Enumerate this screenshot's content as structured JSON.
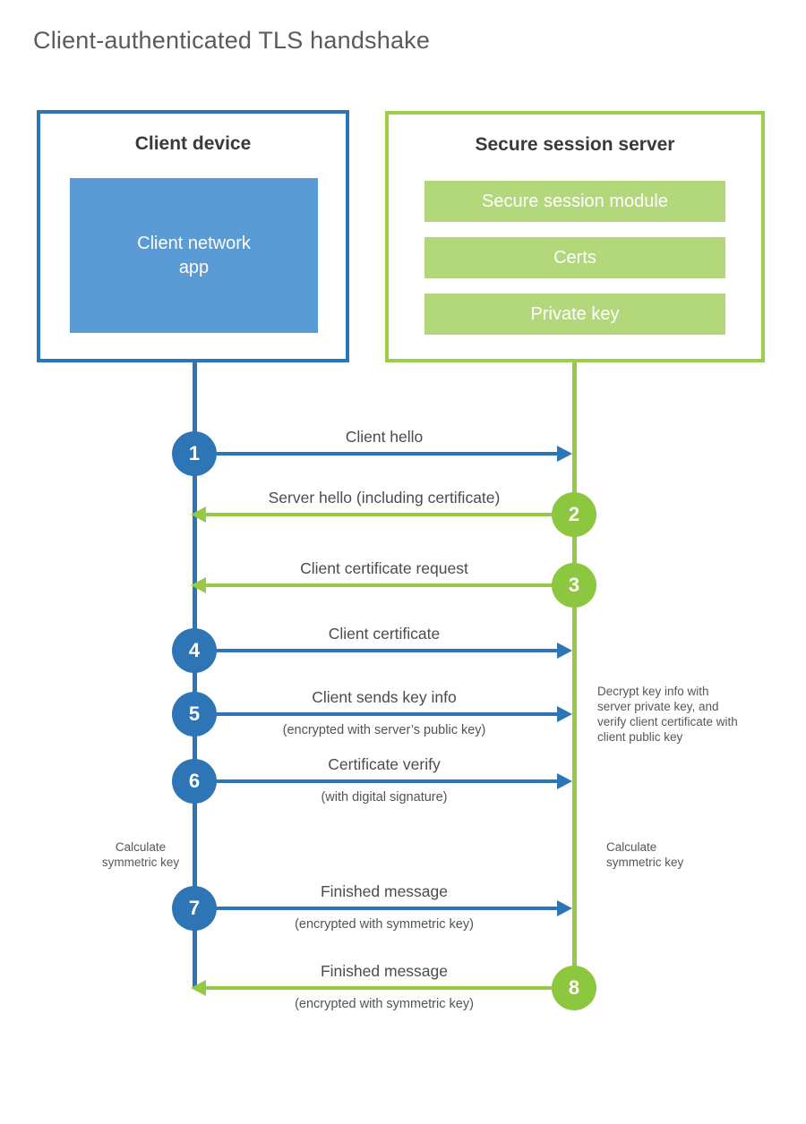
{
  "title": "Client-authenticated TLS handshake",
  "colors": {
    "blue_stroke": "#2e75b6",
    "blue_fill": "#5b9bd5",
    "green_stroke": "#98c944",
    "green_circle": "#8dc63f",
    "green_fill": "#b3d87c",
    "text_dark": "#3a3a3c",
    "text_gray": "#565759"
  },
  "client": {
    "title": "Client device",
    "app_label": "Client network\napp"
  },
  "server": {
    "title": "Secure session server",
    "modules": [
      "Secure session module",
      "Certs",
      "Private key"
    ]
  },
  "messages": [
    {
      "number": "1",
      "label": "Client hello",
      "sublabel": "",
      "direction": "right",
      "from": "client"
    },
    {
      "number": "2",
      "label": "Server hello (including certificate)",
      "sublabel": "",
      "direction": "left",
      "from": "server"
    },
    {
      "number": "3",
      "label": "Client certificate request",
      "sublabel": "",
      "direction": "left",
      "from": "server"
    },
    {
      "number": "4",
      "label": "Client certificate",
      "sublabel": "",
      "direction": "right",
      "from": "client"
    },
    {
      "number": "5",
      "label": "Client sends key info",
      "sublabel": "(encrypted with server’s public key)",
      "direction": "right",
      "from": "client"
    },
    {
      "number": "6",
      "label": "Certificate verify",
      "sublabel": "(with digital signature)",
      "direction": "right",
      "from": "client"
    },
    {
      "number": "7",
      "label": "Finished message",
      "sublabel": "(encrypted with symmetric key)",
      "direction": "right",
      "from": "client"
    },
    {
      "number": "8",
      "label": "Finished message",
      "sublabel": "(encrypted with symmetric key)",
      "direction": "left",
      "from": "server"
    }
  ],
  "notes": {
    "decrypt": "Decrypt key info with server private key, and verify client certificate with client public key",
    "calc_left": "Calculate\nsymmetric key",
    "calc_right": "Calculate\nsymmetric key"
  }
}
